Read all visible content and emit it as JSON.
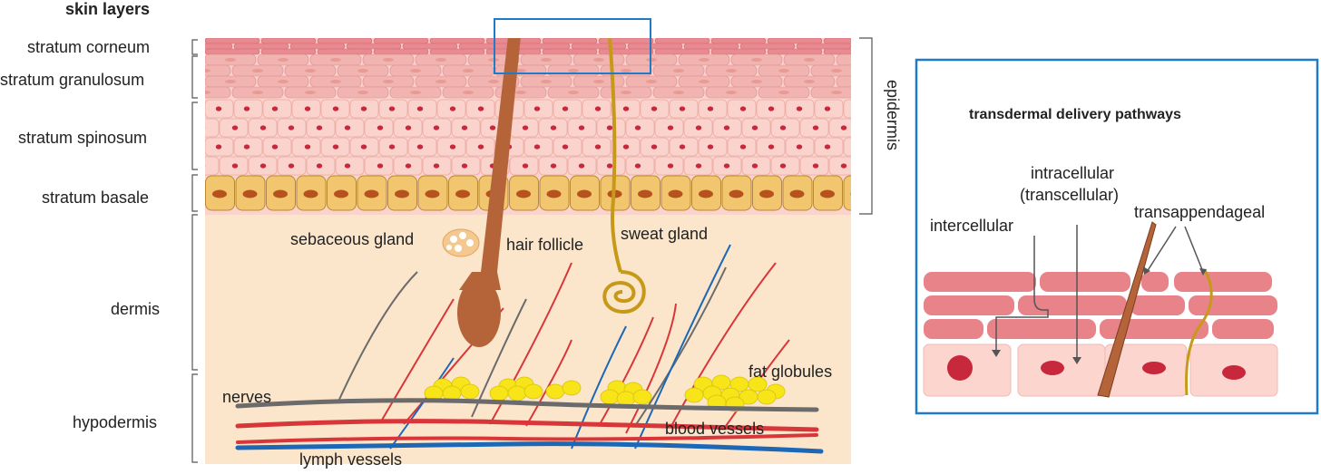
{
  "title": "skin layers",
  "layers": {
    "corneum": "stratum corneum",
    "granulosum": "stratum granulosum",
    "spinosum": "stratum spinosum",
    "basale": "stratum basale",
    "dermis": "dermis",
    "hypodermis": "hypodermis",
    "epidermis": "epidermis"
  },
  "structures": {
    "sebaceous_gland": "sebaceous gland",
    "hair_follicle": "hair follicle",
    "sweat_gland": "sweat gland",
    "fat_globules": "fat globules",
    "nerves": "nerves",
    "blood_vessels": "blood vessels",
    "lymph_vessels": "lymph vessels"
  },
  "pathways": {
    "title": "transdermal delivery pathways",
    "intercellular": "intercellular",
    "intracellular_line1": "intracellular",
    "intracellular_line2": "(transcellular)",
    "transappendageal": "transappendageal"
  },
  "colors": {
    "corneum": "#e88a8f",
    "granulosum": "#f2b4b1",
    "spinosum": "#fbd3cd",
    "basale": "#f2c66e",
    "dermis": "#fbe6cc",
    "nucleus": "#c8283b",
    "basal_nucleus": "#b5521d",
    "hair": "#b5643a",
    "sweat_duct": "#c69a18",
    "fat": "#f7e51a",
    "nerve": "#6b6b6b",
    "blood": "#d9363a",
    "lymph": "#1c68b7",
    "frame": "#1f7ac8",
    "label_line": "#555555"
  }
}
